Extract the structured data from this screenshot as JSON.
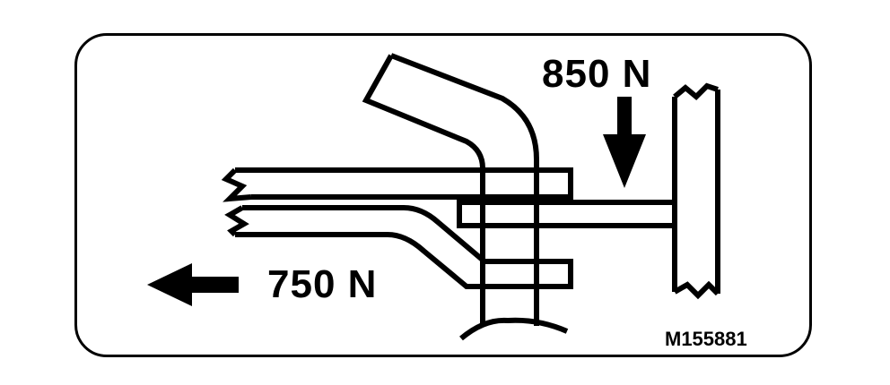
{
  "labels": {
    "force_down": "850 N",
    "force_left": "750 N",
    "figure_id": "M155881"
  }
}
